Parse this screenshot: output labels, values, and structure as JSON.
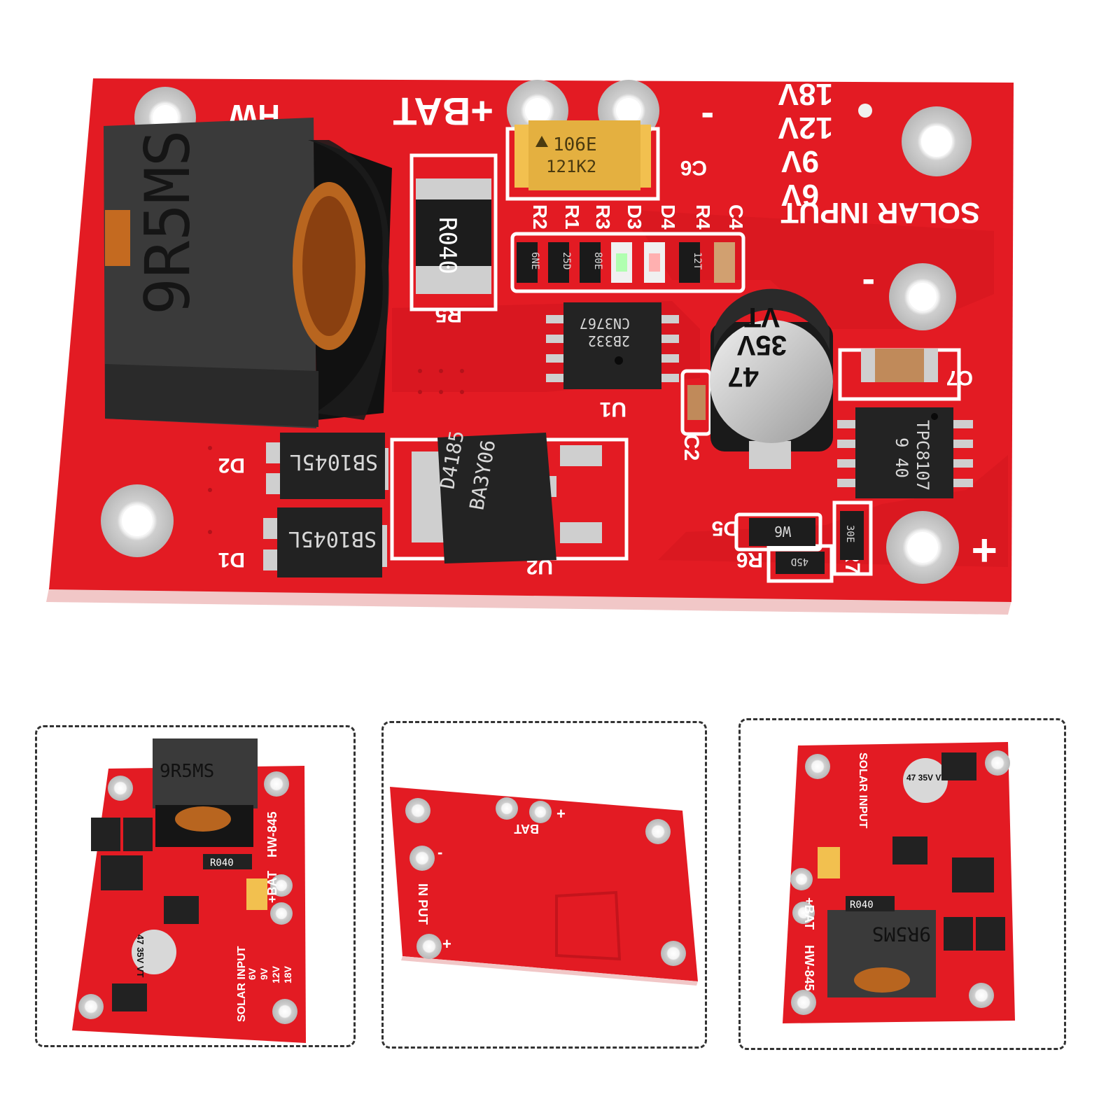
{
  "main_board": {
    "silkscreen": {
      "bat_label": "+BAT",
      "model_partial": "HW",
      "minus_top": "-",
      "minus_mid": "-",
      "plus_right": "+",
      "voltages": [
        "18V",
        "12V",
        "9V",
        "6V"
      ],
      "solar_input": "SOLAR INPUT",
      "ref_row": [
        "R2",
        "R1",
        "R3",
        "D3",
        "D4",
        "R4",
        "C4"
      ],
      "c6": "C6",
      "r5": "R5",
      "u1": "U1",
      "c7": "C7",
      "c2": "C2",
      "d2": "D2",
      "d1": "D1",
      "u2": "U2",
      "d5": "D5",
      "r6": "R6",
      "r7": "R7"
    },
    "components": {
      "inductor_marking": "9R5MS",
      "tantalum_line1": "106E",
      "tantalum_line2": "121K2",
      "shunt_marking": "R040",
      "u1_line1": "CN3767",
      "u1_line2": "2B332",
      "cap_line1": "47",
      "cap_line2": "35V",
      "cap_line3": "VT",
      "mosfet_line1": "TPC8107",
      "mosfet_line2": "9 40",
      "diode_marking": "SB1045L",
      "u2_line1": "D4185",
      "u2_line2": "BA3Y06",
      "d5_marking": "W6",
      "small_r": [
        "6NE",
        "25D",
        "80E",
        "12T"
      ],
      "r7_marking": "30E",
      "r6_marking": "45D"
    }
  },
  "thumbnails": {
    "front": {
      "inductor": "9R5MS",
      "model": "HW-845",
      "bat": "+BAT",
      "solar": "SOLAR INPUT",
      "voltages": [
        "6V",
        "9V",
        "12V",
        "18V"
      ],
      "cap": "47 35V VT",
      "shunt": "R040"
    },
    "back": {
      "bat": "BAT",
      "input": "IN PUT",
      "plus": "+",
      "minus": "-"
    },
    "rotated": {
      "inductor": "9R5MS",
      "model": "HW-845",
      "bat": "+BAT",
      "solar": "SOLAR INPUT",
      "cap": "47 35V VT",
      "shunt": "R040"
    }
  },
  "colors": {
    "pcb_red": "#e31b23",
    "pcb_dark": "#b5121a",
    "pad_silver": "#d9d9d9",
    "chip_black": "#262626",
    "tantalum": "#e8b84a"
  }
}
